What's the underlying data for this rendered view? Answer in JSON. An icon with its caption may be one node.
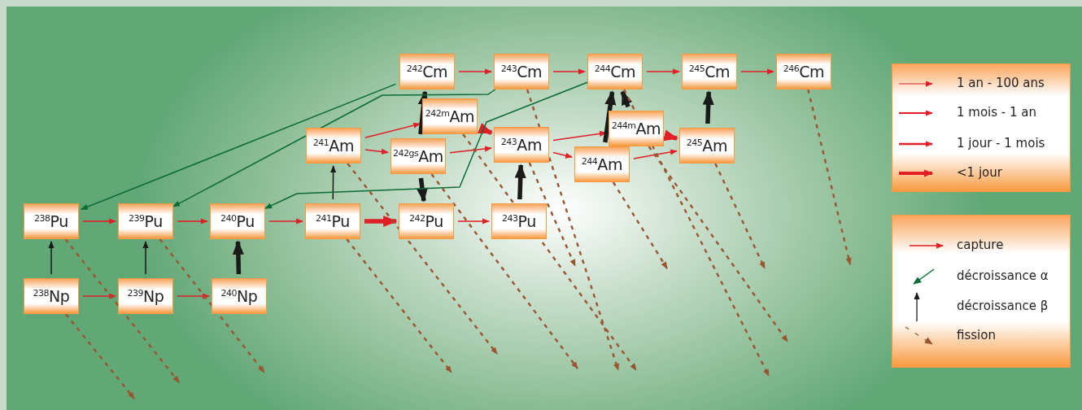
{
  "diagram": {
    "nodes": [
      {
        "text": [
          "$^{242}$Cm"
        ]
      },
      {
        "text": [
          "$^{243}$Cm"
        ]
      },
      {
        "text": [
          "$^{244}$Cm"
        ]
      },
      {
        "text": [
          "$^{245}$Cm"
        ]
      },
      {
        "text": [
          "$^{246}$Cm"
        ]
      },
      {
        "text": [
          "$^{242m}$Am"
        ]
      },
      {
        "text": [
          "$^{241}$Am"
        ]
      },
      {
        "text": [
          "$^{242gs}$Am"
        ]
      },
      {
        "text": [
          "$^{243}$Am"
        ]
      },
      {
        "text": [
          "$^{244m}$Am"
        ]
      },
      {
        "text": [
          "$^{244}$Am"
        ]
      },
      {
        "text": [
          "$^{245}$Am"
        ]
      },
      {
        "text": [
          "$^{238}$Pu"
        ]
      },
      {
        "text": [
          "$^{239}$Pu"
        ]
      },
      {
        "text": [
          "$^{240}$Pu"
        ]
      },
      {
        "text": [
          "$^{241}$Pu"
        ]
      },
      {
        "text": [
          "$^{242}$Pu"
        ]
      },
      {
        "text": [
          "$^{243}$Pu"
        ]
      },
      {
        "text": [
          "$^{238}$Np"
        ]
      },
      {
        "text": [
          "$^{239}$Np"
        ]
      },
      {
        "text": [
          "$^{240}$Np"
        ]
      }
    ],
    "edges": [
      {
        "from": 12,
        "to": 13,
        "arrow": "to"
      },
      {
        "from": 13,
        "to": 14,
        "arrow": "to"
      },
      {
        "from": 14,
        "to": 15,
        "arrow": "to"
      },
      {
        "from": 15,
        "to": 16,
        "arrow": "to",
        "style": "thick"
      },
      {
        "from": 16,
        "to": 17,
        "arrow": "to"
      },
      {
        "from": 18,
        "to": 19,
        "arrow": "to"
      },
      {
        "from": 19,
        "to": 20,
        "arrow": "to"
      },
      {
        "from": 6,
        "to": 7,
        "arrow": "to"
      },
      {
        "from": 6,
        "to": 5,
        "arrow": "to"
      },
      {
        "from": 7,
        "to": 8,
        "arrow": "to"
      },
      {
        "from": 5,
        "to": 8,
        "arrow": "to",
        "style": "thick"
      },
      {
        "from": 8,
        "to": 10,
        "arrow": "to"
      },
      {
        "from": 8,
        "to": 9,
        "arrow": "to"
      },
      {
        "from": 10,
        "to": 11,
        "arrow": "to"
      },
      {
        "from": 9,
        "to": 11,
        "arrow": "to",
        "style": "thick"
      },
      {
        "from": 0,
        "to": 1,
        "arrow": "to"
      },
      {
        "from": 1,
        "to": 2,
        "arrow": "to"
      },
      {
        "from": 2,
        "to": 3,
        "arrow": "to"
      },
      {
        "from": 3,
        "to": 4,
        "arrow": "to"
      },
      {
        "from": 18,
        "to": 12,
        "arrow": "to",
        "color": "#1a1a1a"
      },
      {
        "from": 19,
        "to": 13,
        "arrow": "to",
        "color": "#1a1a1a"
      },
      {
        "from": 20,
        "to": 14,
        "arrow": "to",
        "style": "thick",
        "color": "#1a1a1a"
      },
      {
        "from": 15,
        "to": 6,
        "arrow": "to",
        "color": "#1a1a1a"
      },
      {
        "from": 7,
        "to": 0,
        "arrow": "to",
        "style": "thick",
        "color": "#1a1a1a"
      },
      {
        "from": 7,
        "to": 16,
        "arrow": "to",
        "style": "thick",
        "color": "#1a1a1a"
      },
      {
        "from": 17,
        "to": 8,
        "arrow": "to",
        "style": "thick",
        "color": "#1a1a1a"
      },
      {
        "from": 10,
        "to": 2,
        "arrow": "to",
        "style": "thick",
        "color": "#1a1a1a"
      },
      {
        "from": 9,
        "to": 2,
        "arrow": "to",
        "style": "thick",
        "color": "#1a1a1a"
      },
      {
        "from": 11,
        "to": 3,
        "arrow": "to",
        "style": "thick",
        "color": "#1a1a1a"
      },
      {
        "from": 0,
        "to": 12,
        "arrow": "to",
        "color": "#0b6b35"
      },
      {
        "from": 1,
        "to": 13,
        "arrow": "to",
        "color": "#0b6b35"
      },
      {
        "from": 2,
        "to": 14,
        "arrow": "to",
        "color": "#0b6b35"
      },
      {
        "from": 18,
        "to": null,
        "arrow": "to",
        "style": "dashed",
        "color": "#9a5530"
      },
      {
        "from": 12,
        "to": null,
        "arrow": "to",
        "style": "dashed",
        "color": "#9a5530"
      },
      {
        "from": 13,
        "to": null,
        "arrow": "to",
        "style": "dashed",
        "color": "#9a5530"
      },
      {
        "from": 15,
        "to": null,
        "arrow": "to",
        "style": "dashed",
        "color": "#9a5530"
      },
      {
        "from": 6,
        "to": null,
        "arrow": "to",
        "style": "dashed",
        "color": "#9a5530"
      },
      {
        "from": 7,
        "to": null,
        "arrow": "to",
        "style": "dashed",
        "color": "#9a5530"
      },
      {
        "from": 1,
        "to": null,
        "arrow": "to",
        "style": "dashed",
        "color": "#9a5530"
      },
      {
        "from": 5,
        "to": null,
        "arrow": "to",
        "style": "dashed",
        "color": "#9a5530"
      },
      {
        "from": 8,
        "to": null,
        "arrow": "to",
        "style": "dashed",
        "color": "#9a5530"
      },
      {
        "from": 10,
        "to": null,
        "arrow": "to",
        "style": "dashed",
        "color": "#9a5530"
      },
      {
        "from": 11,
        "to": null,
        "arrow": "to",
        "style": "dashed",
        "color": "#9a5530"
      },
      {
        "from": 4,
        "to": null,
        "arrow": "to",
        "style": "dashed",
        "color": "#9a5530"
      },
      {
        "from": 2,
        "to": null,
        "arrow": "to",
        "style": "dashed",
        "color": "#9a5530"
      },
      {
        "from": 9,
        "to": null,
        "arrow": "to",
        "style": "dashed",
        "color": "#9a5530"
      }
    ],
    "legend": [
      {
        "text": "1 an - 100 ans"
      },
      {
        "text": "1 mois - 1 an"
      },
      {
        "text": "1 jour - 1 mois"
      },
      {
        "text": "<1 jour"
      },
      {
        "text": "capture"
      },
      {
        "text": "décroissance α"
      },
      {
        "text": "décroissance β"
      },
      {
        "text": "fission"
      }
    ]
  }
}
